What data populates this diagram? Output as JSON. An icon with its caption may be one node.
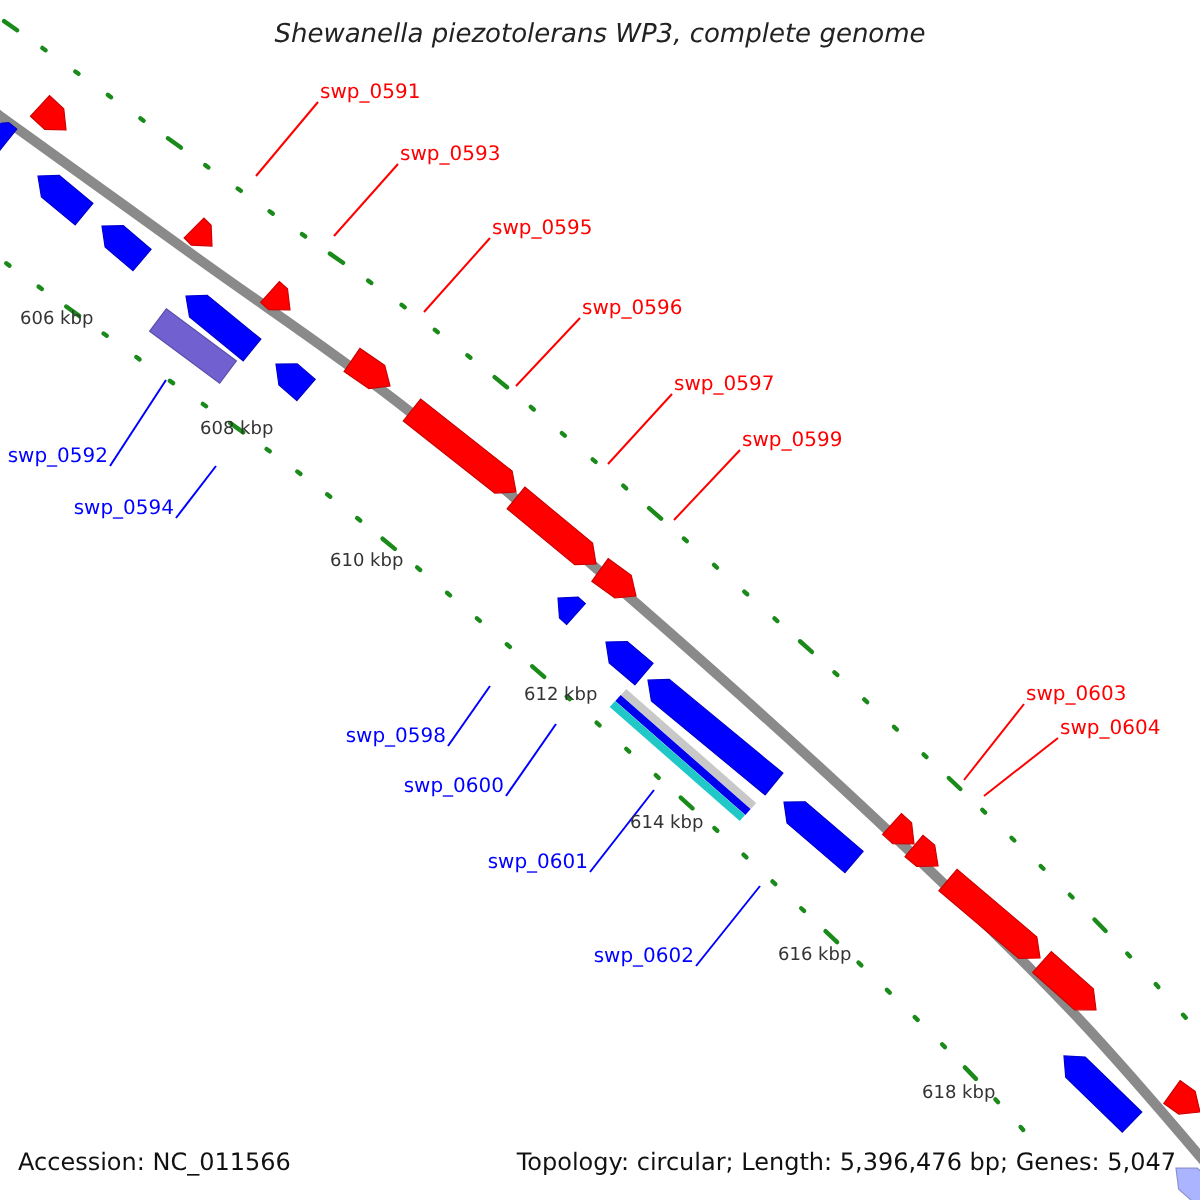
{
  "diagram": {
    "title": "Shewanella piezotolerans WP3, complete genome",
    "nodes": [
      {
        "text": [
          "swp_0591"
        ]
      },
      {
        "text": [
          "swp_0593"
        ]
      },
      {
        "text": [
          "swp_0595"
        ]
      },
      {
        "text": [
          "swp_0596"
        ]
      },
      {
        "text": [
          "swp_0597"
        ]
      },
      {
        "text": [
          "swp_0599"
        ]
      },
      {
        "text": [
          "swp_0592"
        ]
      },
      {
        "text": [
          "swp_0594"
        ]
      },
      {
        "text": [
          "swp_0603"
        ]
      },
      {
        "text": [
          "swp_0604"
        ]
      },
      {
        "text": [
          "swp_0598"
        ]
      },
      {
        "text": [
          "swp_0600"
        ]
      },
      {
        "text": [
          "swp_0601"
        ]
      },
      {
        "text": [
          "swp_0602"
        ]
      }
    ],
    "edges": [
      {
        "from": 0,
        "to": null,
        "arrow": "none"
      },
      {
        "from": 1,
        "to": null,
        "arrow": "none"
      },
      {
        "from": 2,
        "to": null,
        "arrow": "none"
      },
      {
        "from": 3,
        "to": null,
        "arrow": "none"
      },
      {
        "from": 4,
        "to": null,
        "arrow": "none"
      },
      {
        "from": 5,
        "to": null,
        "arrow": "none"
      },
      {
        "from": 6,
        "to": null,
        "arrow": "none",
        "color": "#0000ff"
      },
      {
        "from": 7,
        "to": null,
        "arrow": "none",
        "color": "#0000ff"
      },
      {
        "from": 8,
        "to": null,
        "arrow": "none"
      },
      {
        "from": 9,
        "to": null,
        "arrow": "none"
      },
      {
        "from": 10,
        "to": null,
        "arrow": "none",
        "color": "#0000ff"
      },
      {
        "from": 11,
        "to": null,
        "arrow": "none",
        "color": "#0000ff"
      },
      {
        "from": 12,
        "to": null,
        "arrow": "none",
        "color": "#0000ff"
      },
      {
        "from": 13,
        "to": null,
        "arrow": "none",
        "color": "#0000ff"
      }
    ],
    "labels": [
      "606 kbp",
      "608 kbp",
      "610 kbp",
      "612 kbp",
      "614 kbp",
      "616 kbp",
      "618 kbp",
      "Accession: NC_011566",
      "Topology: circular; Length: 5,396,476 bp; Genes: 5,047"
    ]
  }
}
